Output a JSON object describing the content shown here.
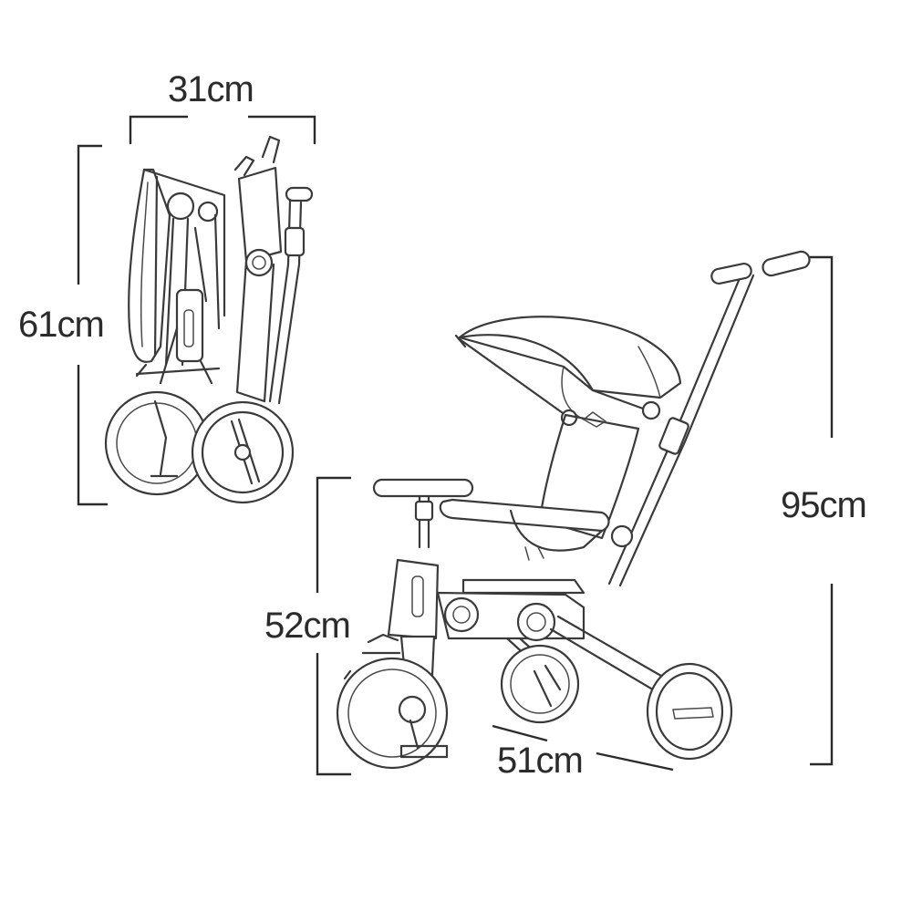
{
  "dimensions": {
    "folded_width": "31cm",
    "folded_height": "61cm",
    "total_height": "95cm",
    "seat_height": "52cm",
    "length": "51cm"
  },
  "colors": {
    "line": "#3a3a3a",
    "background": "#ffffff",
    "text": "#2b2b2b"
  }
}
